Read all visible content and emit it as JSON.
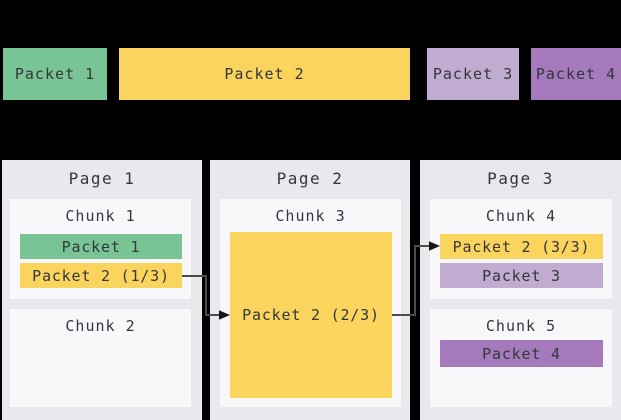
{
  "colors": {
    "background": "#000000",
    "panel": "#e8e8ed",
    "chunk_box": "#f8f8fb",
    "green": "#79c494",
    "yellow": "#fbd45e",
    "lavender": "#c2abd1",
    "purple": "#a47abc",
    "text": "#33373c",
    "arrow": "#4d4d4d"
  },
  "top_row": {
    "packets": [
      {
        "label": "Packet 1",
        "color": "#79c494"
      },
      {
        "label": "Packet 2",
        "color": "#fbd45e"
      },
      {
        "label": "Packet 3",
        "color": "#c2abd1"
      },
      {
        "label": "Packet 4",
        "color": "#a47abc"
      }
    ]
  },
  "pages": [
    {
      "title": "Page 1",
      "chunks": [
        {
          "title": "Chunk 1",
          "bars": [
            {
              "label": "Packet 1",
              "color": "#79c494"
            },
            {
              "label": "Packet 2 (1/3)",
              "color": "#fbd45e"
            }
          ]
        },
        {
          "title": "Chunk 2",
          "bars": []
        }
      ]
    },
    {
      "title": "Page 2",
      "chunks": [
        {
          "title": "Chunk 3",
          "bars": [
            {
              "label": "Packet 2 (2/3)",
              "color": "#fbd45e"
            }
          ]
        }
      ]
    },
    {
      "title": "Page 3",
      "chunks": [
        {
          "title": "Chunk 4",
          "bars": [
            {
              "label": "Packet 2 (3/3)",
              "color": "#fbd45e"
            },
            {
              "label": "Packet 3",
              "color": "#c2abd1"
            }
          ]
        },
        {
          "title": "Chunk 5",
          "bars": [
            {
              "label": "Packet 4",
              "color": "#a47abc"
            }
          ]
        }
      ]
    }
  ],
  "arrows": [
    {
      "from": "Packet 2 (1/3) in Chunk 1",
      "to": "Packet 2 (2/3) in Chunk 3"
    },
    {
      "from": "Packet 2 (2/3) in Chunk 3",
      "to": "Packet 2 (3/3) in Chunk 4"
    }
  ]
}
